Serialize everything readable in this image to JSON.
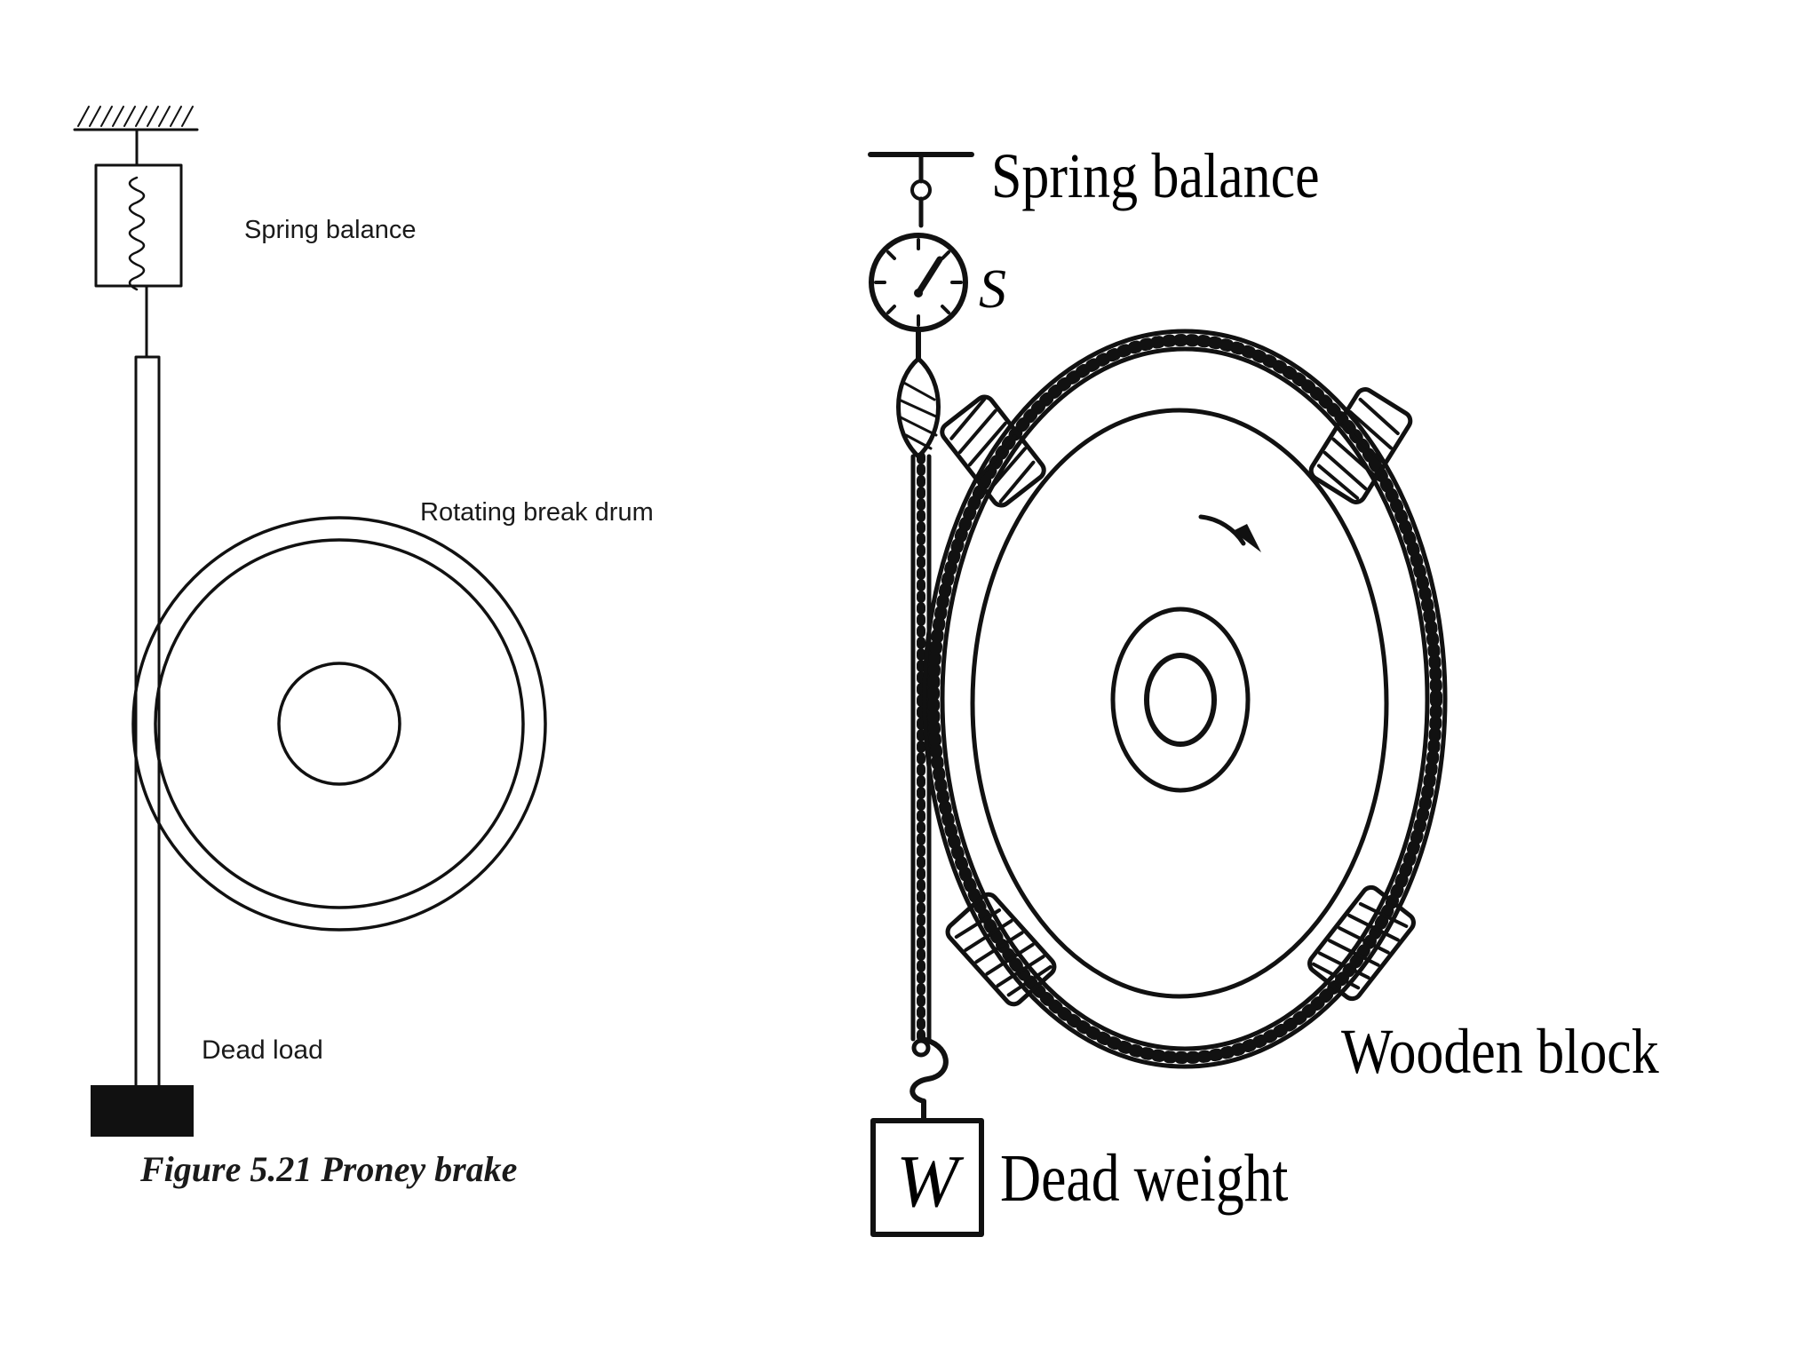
{
  "left_figure": {
    "labels": {
      "spring_balance": "Spring balance",
      "rotating_drum": "Rotating break drum",
      "dead_load": "Dead load"
    },
    "caption": "Figure 5.21 Proney brake"
  },
  "right_figure": {
    "labels": {
      "spring_balance": "Spring balance",
      "s": "S",
      "wooden_block": "Wooden block",
      "dead_weight": "Dead weight",
      "w": "W"
    }
  }
}
